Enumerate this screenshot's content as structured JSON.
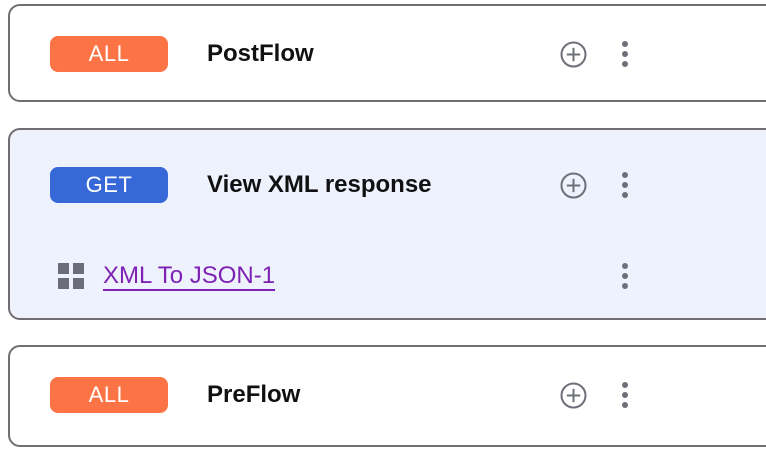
{
  "panel": {
    "name": "flow-list-panel"
  },
  "cards": [
    {
      "id": "postflow",
      "selected": false,
      "badge": {
        "label": "ALL",
        "color": "#fc7446"
      },
      "title": "PostFlow",
      "add_icon": "add-circle-icon",
      "menu_icon": "kebab-menu-icon",
      "policies": []
    },
    {
      "id": "view-xml-response",
      "selected": true,
      "badge": {
        "label": "GET",
        "color": "#3668d8"
      },
      "title": "View XML response",
      "add_icon": "add-circle-icon",
      "menu_icon": "kebab-menu-icon",
      "policies": [
        {
          "id": "xml-to-json-1",
          "icon": "grid-policy-icon",
          "label": "XML To JSON-1",
          "link_color": "#7e21b5",
          "menu_icon": "kebab-menu-icon"
        }
      ]
    },
    {
      "id": "preflow",
      "selected": false,
      "badge": {
        "label": "ALL",
        "color": "#fc7446"
      },
      "title": "PreFlow",
      "add_icon": "add-circle-icon",
      "menu_icon": "kebab-menu-icon",
      "policies": []
    }
  ],
  "theme": {
    "card_border": "#6e6e73",
    "selected_background": "#eef2fc",
    "card_background": "#ffffff",
    "title_color": "#111113",
    "icon_gray": "#6e7079"
  }
}
